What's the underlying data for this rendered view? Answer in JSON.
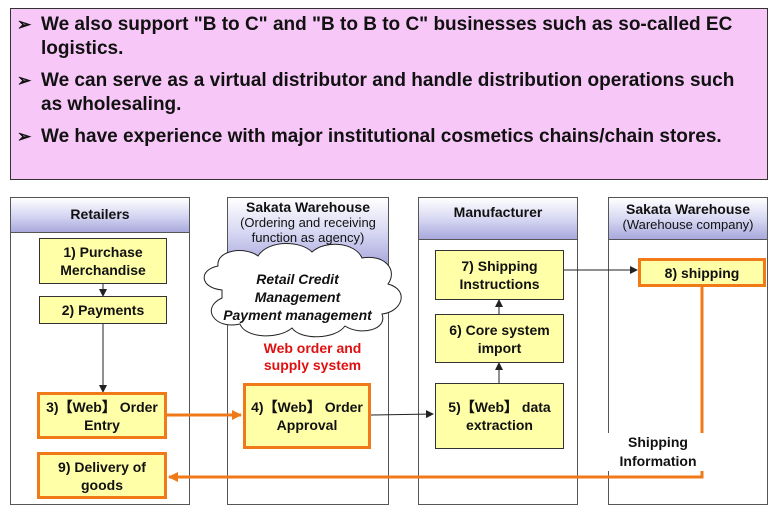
{
  "bullets": [
    "We also support \"B to C\" and \"B to B to C\" businesses such as so-called EC logistics.",
    "We can serve as a virtual distributor and handle distribution operations such as wholesaling.",
    "We have experience with major institutional cosmetics chains/chain stores."
  ],
  "columns": {
    "retailers": {
      "title": "Retailers"
    },
    "sakata_agency": {
      "title": "Sakata Warehouse",
      "subtitle": "(Ordering and receiving function as agency)"
    },
    "manufacturer": {
      "title": "Manufacturer"
    },
    "sakata_company": {
      "title": "Sakata Warehouse",
      "subtitle": "(Warehouse company)"
    }
  },
  "steps": {
    "s1": "1) Purchase Merchandise",
    "s2": "2) Payments",
    "s3": "3)【Web】 Order Entry",
    "s4": "4)【Web】 Order Approval",
    "s5": "5)【Web】 data extraction",
    "s6": "6) Core system import",
    "s7": "7) Shipping Instructions",
    "s8": "8) shipping",
    "s9": "9)  Delivery of goods"
  },
  "cloud_text": [
    "Retail Credit",
    "Management",
    "Payment management"
  ],
  "system_label": "Web order and supply system",
  "shipping_info": "Shipping Information",
  "colors": {
    "banner": "#f7c7f7",
    "box": "#ffffa8",
    "orange": "#f07a18",
    "red": "#e01010",
    "header": "#a8a8dc"
  }
}
